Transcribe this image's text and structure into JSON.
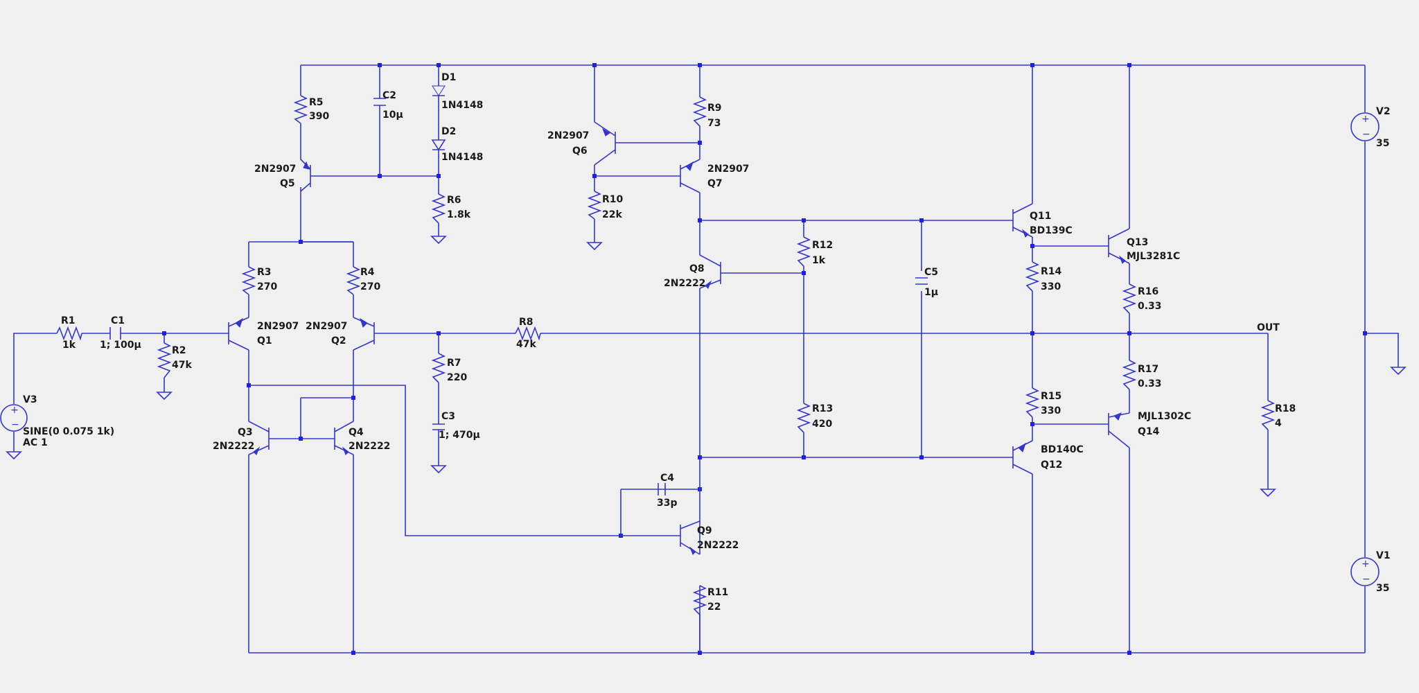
{
  "schematic": {
    "colors": {
      "background": "#f0f0f0",
      "wire": "#3535c8",
      "junction": "#2020e0",
      "text": "#1a1a1a"
    },
    "net_labels": {
      "out": "OUT"
    },
    "components": {
      "R1": {
        "name": "R1",
        "value": "1k"
      },
      "C1": {
        "name": "C1",
        "value": "1; 100µ"
      },
      "R2": {
        "name": "R2",
        "value": "47k"
      },
      "V3": {
        "name": "V3",
        "value": "SINE(0 0.075 1k)",
        "extra": "AC 1"
      },
      "R5": {
        "name": "R5",
        "value": "390"
      },
      "C2": {
        "name": "C2",
        "value": "10µ"
      },
      "D1": {
        "name": "D1",
        "value": "1N4148"
      },
      "D2": {
        "name": "D2",
        "value": "1N4148"
      },
      "Q5": {
        "name": "Q5",
        "value": "2N2907"
      },
      "R6": {
        "name": "R6",
        "value": "1.8k"
      },
      "R3": {
        "name": "R3",
        "value": "270"
      },
      "R4": {
        "name": "R4",
        "value": "270"
      },
      "Q1": {
        "name": "Q1",
        "value": "2N2907"
      },
      "Q2": {
        "name": "Q2",
        "value": "2N2907"
      },
      "Q3": {
        "name": "Q3",
        "value": "2N2222"
      },
      "Q4": {
        "name": "Q4",
        "value": "2N2222"
      },
      "R7": {
        "name": "R7",
        "value": "220"
      },
      "C3": {
        "name": "C3",
        "value": "1; 470µ"
      },
      "R8": {
        "name": "R8",
        "value": "47k"
      },
      "Q6": {
        "name": "Q6",
        "value": "2N2907"
      },
      "R9": {
        "name": "R9",
        "value": "73"
      },
      "Q7": {
        "name": "Q7",
        "value": "2N2907"
      },
      "R10": {
        "name": "R10",
        "value": "22k"
      },
      "Q8": {
        "name": "Q8",
        "value": "2N2222"
      },
      "R12": {
        "name": "R12",
        "value": "1k"
      },
      "R13": {
        "name": "R13",
        "value": "420"
      },
      "C4": {
        "name": "C4",
        "value": "33p"
      },
      "Q9": {
        "name": "Q9",
        "value": "2N2222"
      },
      "R11": {
        "name": "R11",
        "value": "22"
      },
      "C5": {
        "name": "C5",
        "value": "1µ"
      },
      "Q11": {
        "name": "Q11",
        "value": "BD139C"
      },
      "Q12": {
        "name": "Q12",
        "value": "BD140C"
      },
      "R14": {
        "name": "R14",
        "value": "330"
      },
      "R15": {
        "name": "R15",
        "value": "330"
      },
      "Q13": {
        "name": "Q13",
        "value": "MJL3281C"
      },
      "Q14": {
        "name": "Q14",
        "value": "MJL1302C"
      },
      "R16": {
        "name": "R16",
        "value": "0.33"
      },
      "R17": {
        "name": "R17",
        "value": "0.33"
      },
      "R18": {
        "name": "R18",
        "value": "4"
      },
      "V2": {
        "name": "V2",
        "value": "35"
      },
      "V1": {
        "name": "V1",
        "value": "35"
      }
    }
  }
}
